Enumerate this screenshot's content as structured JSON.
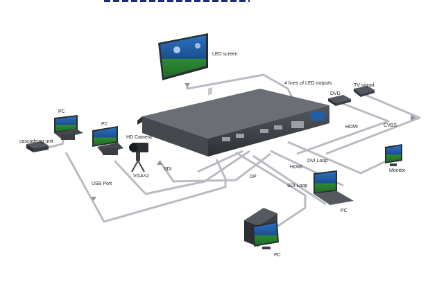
{
  "labels": {
    "led_screen": "LED screen",
    "led_outputs": "4 lines of LED outputs",
    "tv_signal": "TV signal",
    "dvd": "DVD",
    "hdmi_top": "HDMI",
    "cvbs": "CVBS",
    "pc_left": "PC",
    "pc_mid": "PC",
    "hd_camera": "HD Camera",
    "cascading_unit": "cascadeing unit",
    "usb_port": "USB Port",
    "vga": "VGA×2",
    "sdi": "SDI",
    "dp": "DP",
    "hdmi": "HDMI",
    "dvi_loop": "DVI Loop",
    "sdi_loop": "SDI Loop",
    "monitor": "Monitor",
    "pc_laptop": "PC",
    "pc_bottom": "PC"
  },
  "colors": {
    "cable": "#b8bcc2",
    "cable_edge": "#8e9399",
    "device_dark": "#3b3e43",
    "screen_blue": "#1f5fa6",
    "field_green": "#2f8a34"
  },
  "icons": [
    "led-screen-icon",
    "video-processor-icon",
    "dvd-player-icon",
    "tv-box-icon",
    "pc-monitor-icon",
    "camera-icon",
    "laptop-icon",
    "desktop-pc-icon"
  ]
}
